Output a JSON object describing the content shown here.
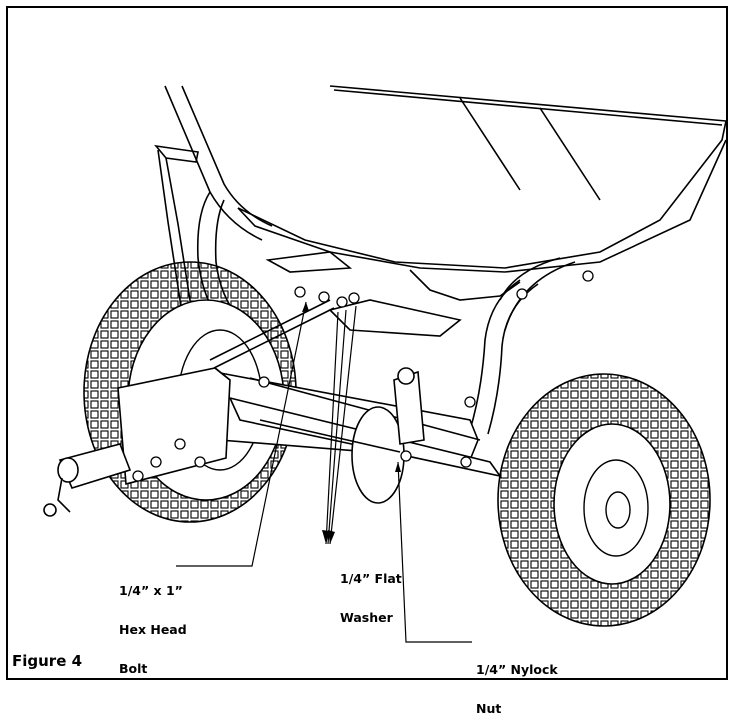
{
  "figure": {
    "caption": "Figure 4",
    "callouts": {
      "bolt": {
        "line1": "1/4” x 1”",
        "line2": "Hex Head",
        "line3": "Bolt"
      },
      "washer": {
        "line1": "1/4” Flat",
        "line2": "Washer"
      },
      "nut": {
        "line1": "1/4” Nylock",
        "line2": "Nut"
      }
    },
    "illustration": "spreader-undercarriage-line-drawing"
  }
}
